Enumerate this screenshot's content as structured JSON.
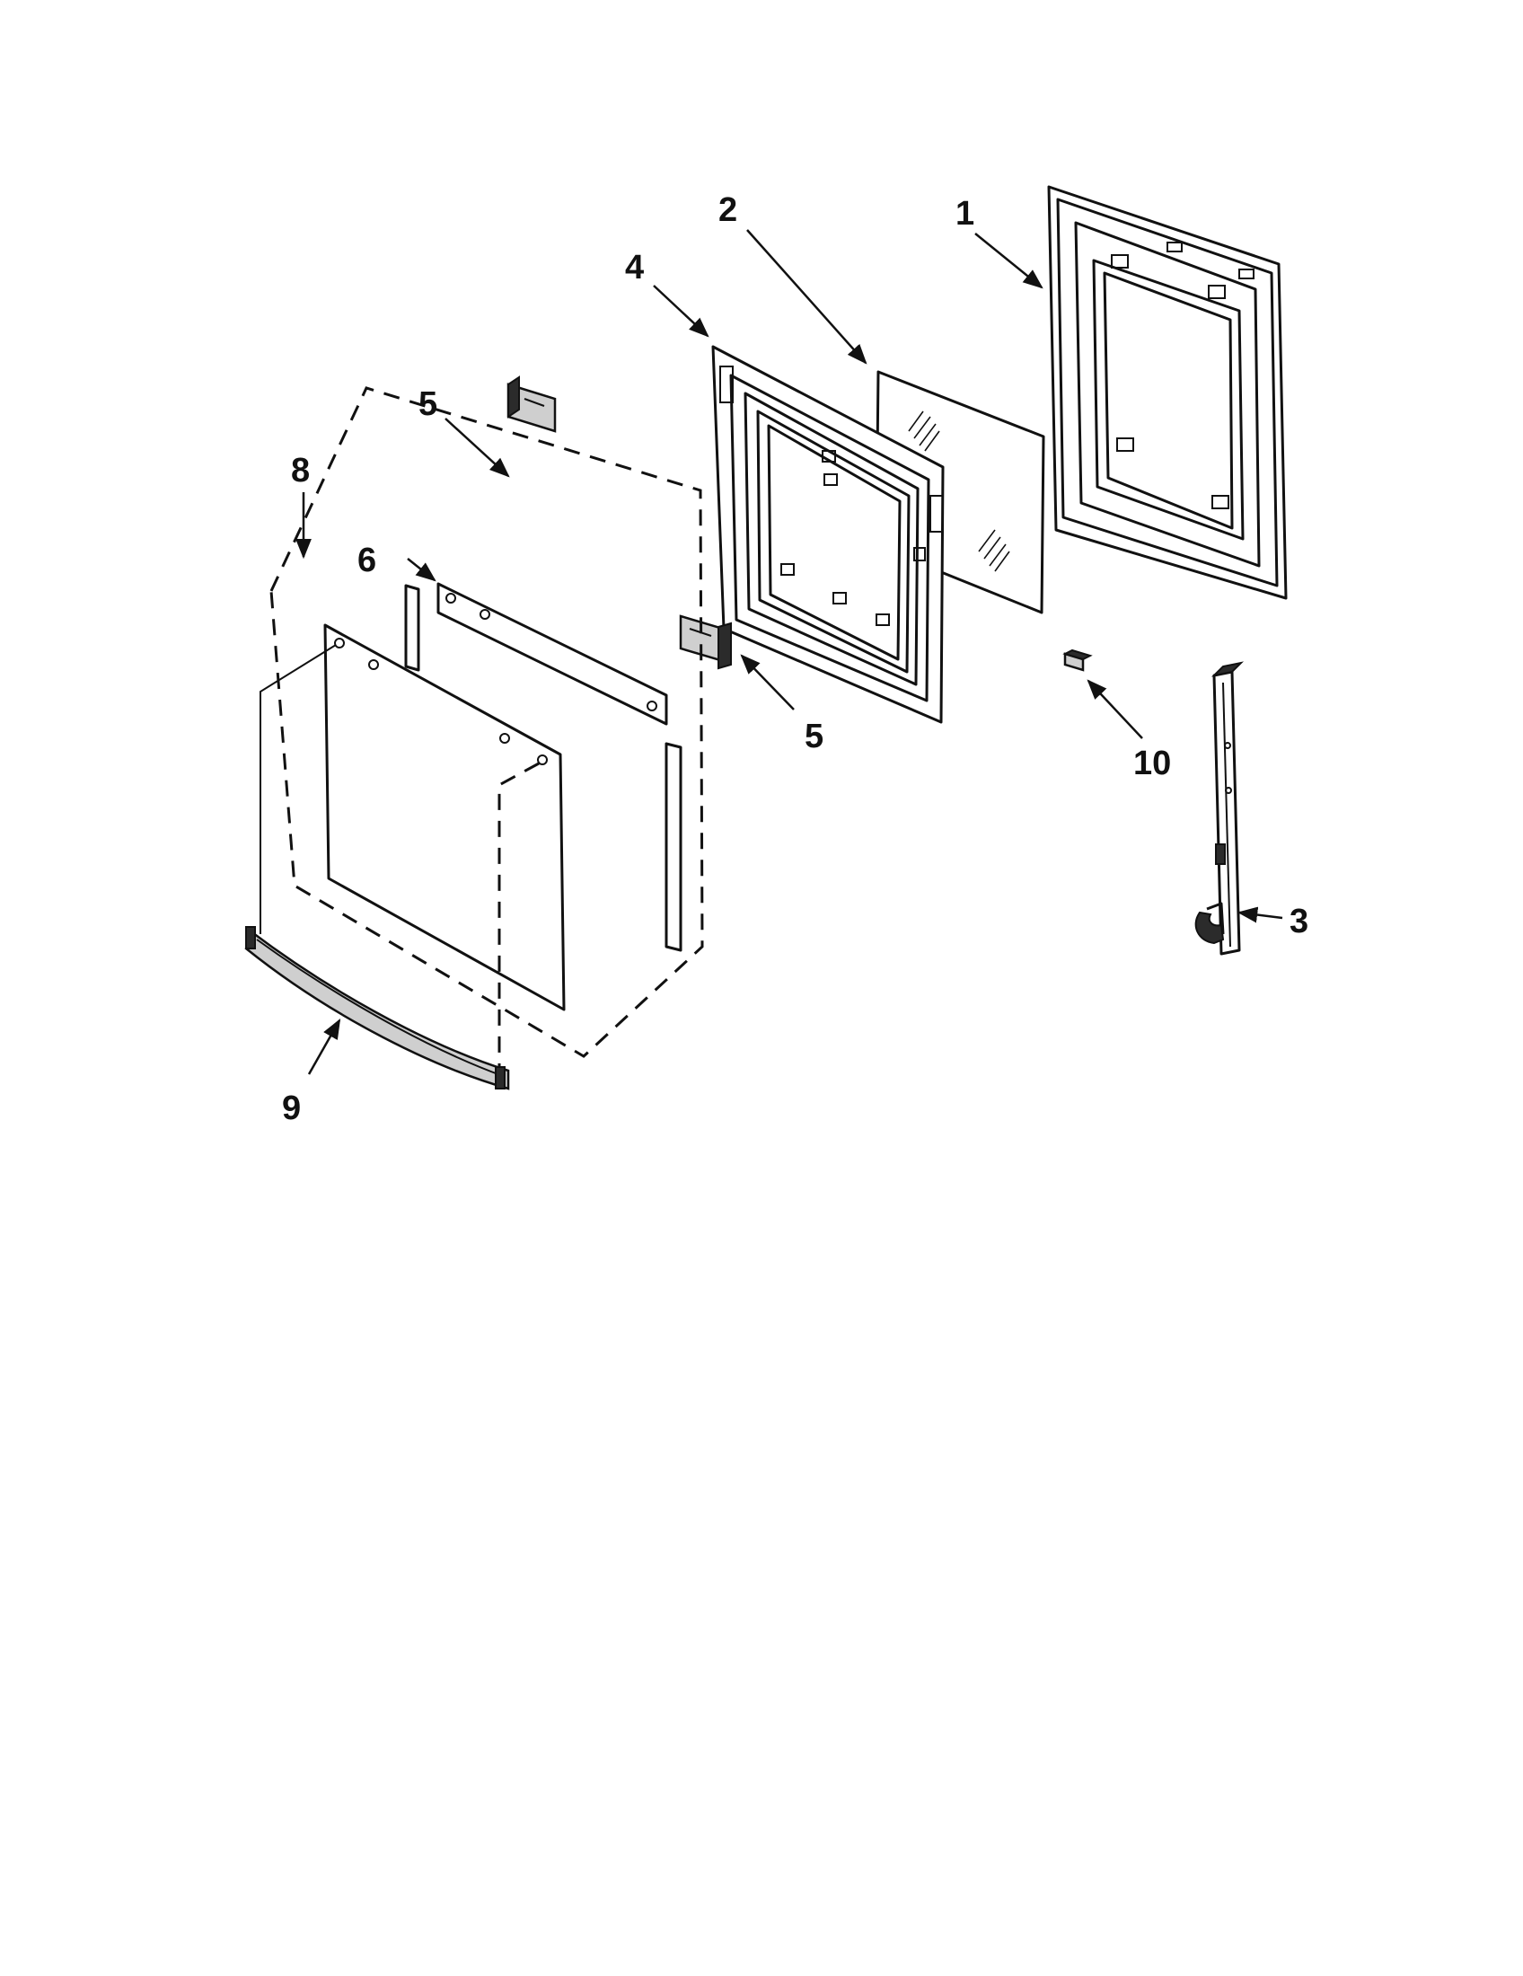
{
  "callouts": {
    "c1": "1",
    "c2": "2",
    "c3": "3",
    "c4": "4",
    "c5a": "5",
    "c5b": "5",
    "c6": "6",
    "c8": "8",
    "c9": "9",
    "c10": "10"
  },
  "colors": {
    "ink": "#111111",
    "background": "#ffffff"
  }
}
